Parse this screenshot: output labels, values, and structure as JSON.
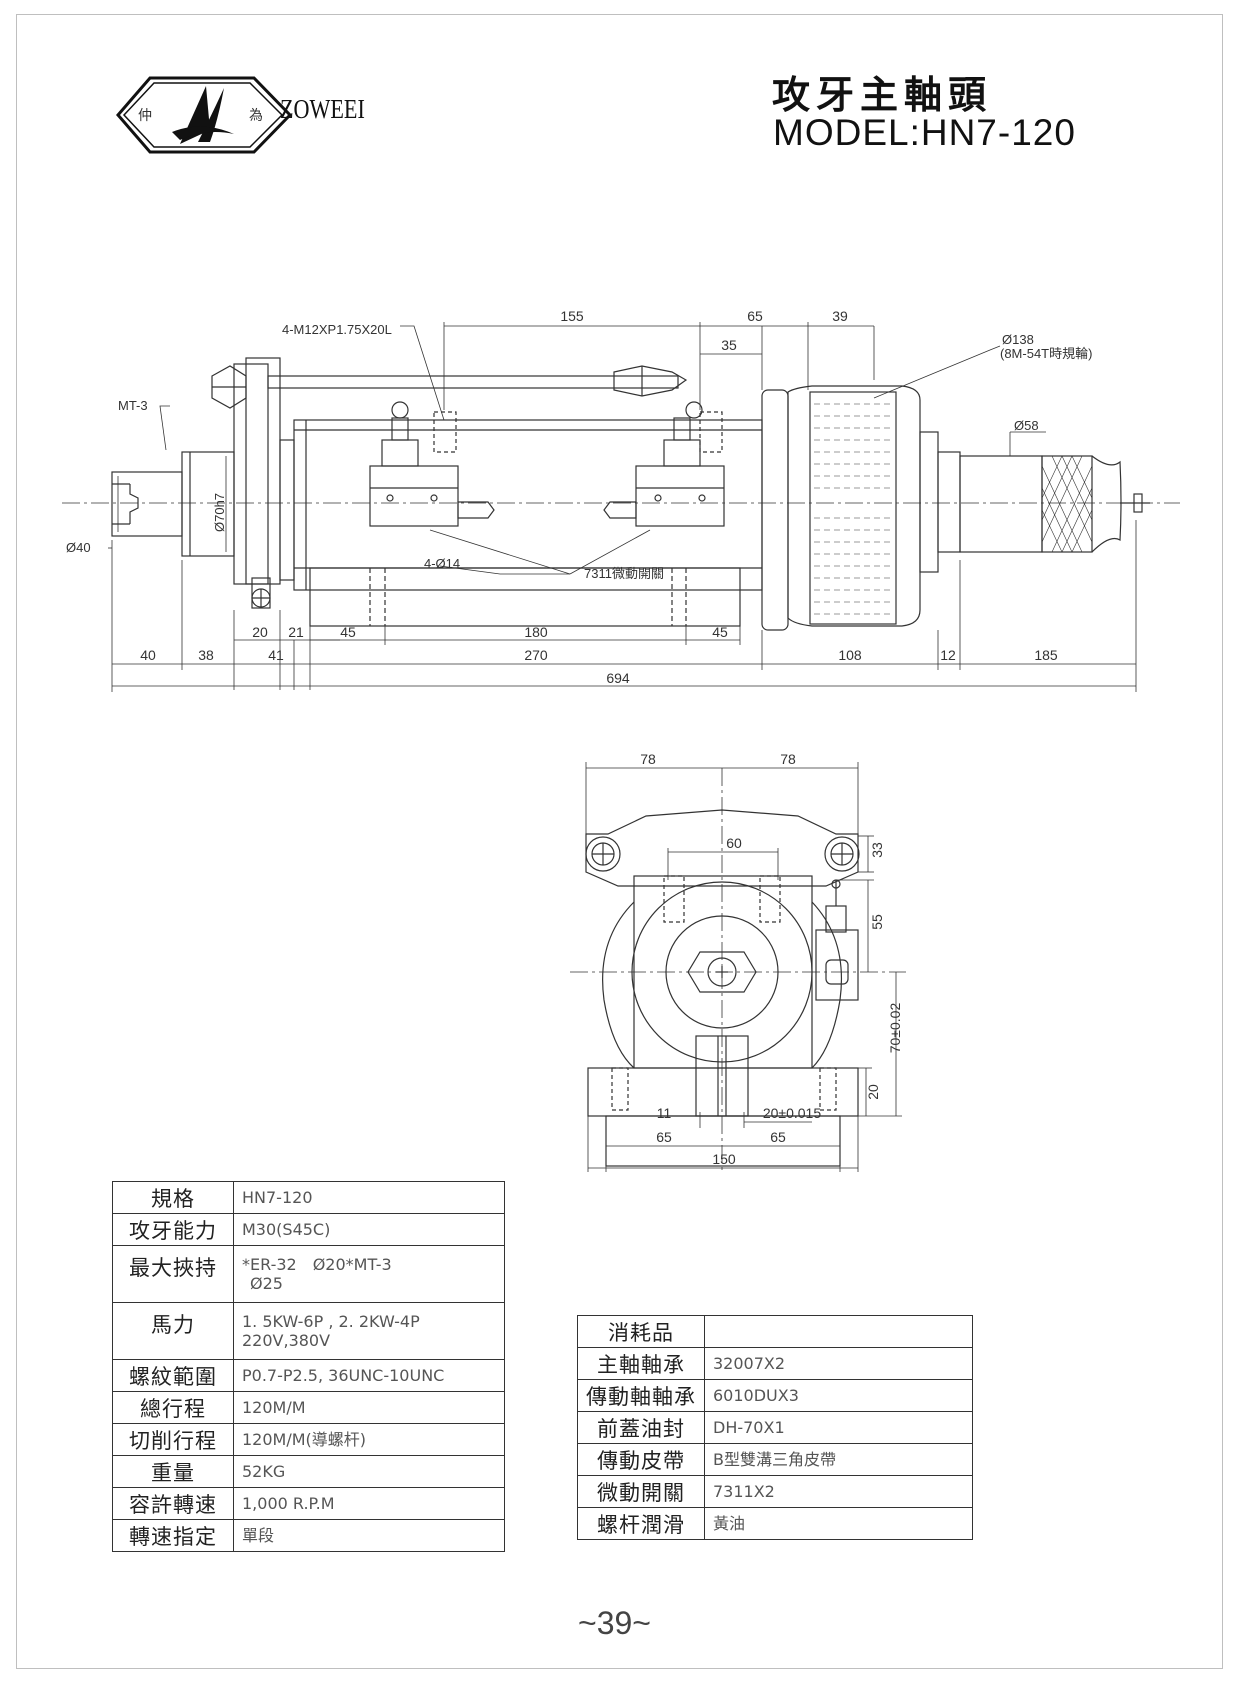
{
  "brand": {
    "name": "ZOWEEI",
    "logo_char_left": "仲",
    "logo_char_right": "為"
  },
  "header": {
    "title_cn": "攻牙主軸頭",
    "model": "MODEL:HN7-120"
  },
  "side_view": {
    "labels": {
      "bolt": "4-M12XP1.75X20L",
      "pulley_dia": "Ø138",
      "pulley_spec": "(8M-54T時規輪)",
      "mt": "MT-3",
      "dia58": "Ø58",
      "dia70": "Ø70h7",
      "dia40": "Ø40",
      "holes": "4-Ø14",
      "switch": "7311微動開關"
    },
    "dims": {
      "d155": "155",
      "d65": "65",
      "d39": "39",
      "d35": "35",
      "d20": "20",
      "d21": "21",
      "d45a": "45",
      "d180": "180",
      "d45b": "45",
      "d40": "40",
      "d38": "38",
      "d41": "41",
      "d270": "270",
      "d108": "108",
      "d12": "12",
      "d185": "185",
      "d694": "694"
    }
  },
  "front_view": {
    "dims": {
      "d78a": "78",
      "d78b": "78",
      "d60": "60",
      "d33": "33",
      "d55": "55",
      "d70": "70±0.02",
      "d20v": "20",
      "d11": "11",
      "d20h": "20±0.015",
      "d65a": "65",
      "d65b": "65",
      "d150": "150"
    }
  },
  "spec_table": [
    {
      "label": "規格",
      "value": "HN7-120"
    },
    {
      "label": "攻牙能力",
      "value": "M30(S45C)"
    },
    {
      "label": "最大挾持",
      "value": "*ER-32　Ø20*MT-3",
      "value2": "Ø25"
    },
    {
      "label": "馬力",
      "value": "1. 5KW-6P , 2. 2KW-4P",
      "value2": "220V,380V"
    },
    {
      "label": "螺紋範圍",
      "value": "P0.7-P2.5, 36UNC-10UNC"
    },
    {
      "label": "總行程",
      "value": "120M/M"
    },
    {
      "label": "切削行程",
      "value": "120M/M(導螺杆)"
    },
    {
      "label": "重量",
      "value": "52KG"
    },
    {
      "label": "容許轉速",
      "value": "1,000 R.P.M"
    },
    {
      "label": "轉速指定",
      "value": "單段"
    }
  ],
  "consumables_table": {
    "header": "消耗品",
    "rows": [
      {
        "label": "主軸軸承",
        "value": "32007X2"
      },
      {
        "label": "傳動軸軸承",
        "value": "6010DUX3"
      },
      {
        "label": "前蓋油封",
        "value": "DH-70X1"
      },
      {
        "label": "傳動皮帶",
        "value": "B型雙溝三角皮帶"
      },
      {
        "label": "微動開關",
        "value": "7311X2"
      },
      {
        "label": "螺杆潤滑",
        "value": "黃油"
      }
    ]
  },
  "footer": {
    "page_number": "~39~"
  }
}
